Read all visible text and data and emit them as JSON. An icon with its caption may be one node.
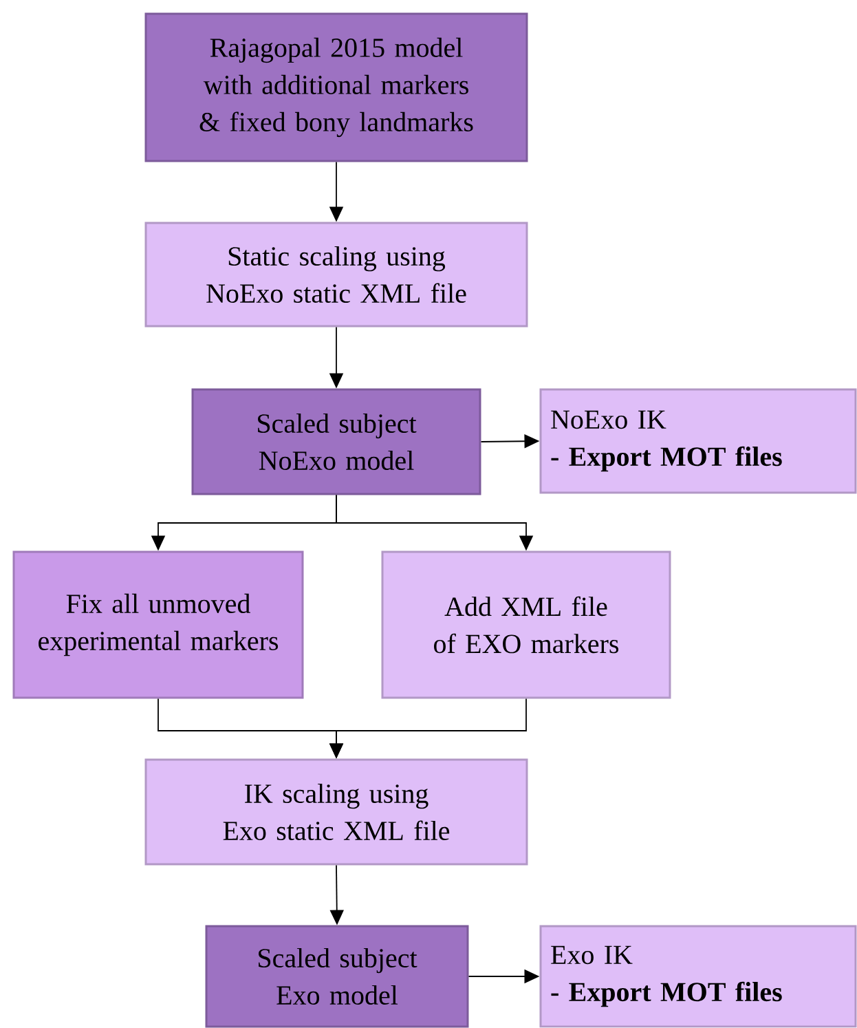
{
  "diagram": {
    "nodes": [
      {
        "text": [
          "Rajagopal 2015 model with additional markers & fixed bony landmarks"
        ]
      },
      {
        "text": [
          "Static scaling using NoExo static XML file"
        ]
      },
      {
        "text": [
          "Scaled subject NoExo model"
        ]
      },
      {
        "text": [
          "NoExo IK",
          "- Export MOT files"
        ]
      },
      {
        "text": [
          "Fix all unmoved experimental markers"
        ]
      },
      {
        "text": [
          "Add XML file of EXO markers"
        ]
      },
      {
        "text": [
          "IK scaling using Exo static XML file"
        ]
      },
      {
        "text": [
          "Scaled subject Exo model"
        ]
      },
      {
        "text": [
          "Exo IK",
          "- Export MOT files"
        ]
      }
    ],
    "edges": [
      {
        "from": 0,
        "to": 1,
        "arrow": "to"
      },
      {
        "from": 1,
        "to": 2,
        "arrow": "to"
      },
      {
        "from": 2,
        "to": 3,
        "arrow": "to"
      },
      {
        "from": 2,
        "to": 4,
        "arrow": "to"
      },
      {
        "from": 2,
        "to": 5,
        "arrow": "to"
      },
      {
        "from": 4,
        "to": 6,
        "arrow": "to"
      },
      {
        "from": 5,
        "to": 6,
        "arrow": "to"
      },
      {
        "from": 6,
        "to": 7,
        "arrow": "to"
      },
      {
        "from": 7,
        "to": 8,
        "arrow": "to"
      }
    ]
  }
}
